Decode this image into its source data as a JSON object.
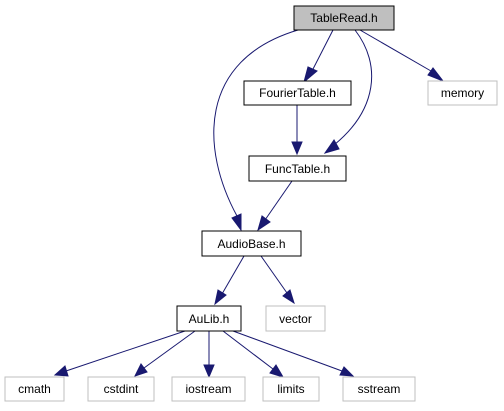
{
  "diagram": {
    "nodes": {
      "tableread": {
        "label": "TableRead.h",
        "kind": "primary"
      },
      "fouriertable": {
        "label": "FourierTable.h",
        "kind": "local"
      },
      "memory": {
        "label": "memory",
        "kind": "system"
      },
      "functable": {
        "label": "FuncTable.h",
        "kind": "local"
      },
      "audiobase": {
        "label": "AudioBase.h",
        "kind": "local"
      },
      "aulib": {
        "label": "AuLib.h",
        "kind": "local"
      },
      "vector": {
        "label": "vector",
        "kind": "system"
      },
      "cmath": {
        "label": "cmath",
        "kind": "system"
      },
      "cstdint": {
        "label": "cstdint",
        "kind": "system"
      },
      "iostream": {
        "label": "iostream",
        "kind": "system"
      },
      "limits": {
        "label": "limits",
        "kind": "system"
      },
      "sstream": {
        "label": "sstream",
        "kind": "system"
      }
    },
    "edges": [
      {
        "from": "tableread",
        "to": "fouriertable"
      },
      {
        "from": "tableread",
        "to": "memory"
      },
      {
        "from": "tableread",
        "to": "functable"
      },
      {
        "from": "tableread",
        "to": "audiobase"
      },
      {
        "from": "fouriertable",
        "to": "functable"
      },
      {
        "from": "functable",
        "to": "audiobase"
      },
      {
        "from": "audiobase",
        "to": "aulib"
      },
      {
        "from": "audiobase",
        "to": "vector"
      },
      {
        "from": "aulib",
        "to": "cmath"
      },
      {
        "from": "aulib",
        "to": "cstdint"
      },
      {
        "from": "aulib",
        "to": "iostream"
      },
      {
        "from": "aulib",
        "to": "limits"
      },
      {
        "from": "aulib",
        "to": "sstream"
      }
    ],
    "colors": {
      "edge": "#191970",
      "primary_fill": "#bfbfbf",
      "local_border": "#000000",
      "system_border": "#bfbfbf"
    }
  }
}
